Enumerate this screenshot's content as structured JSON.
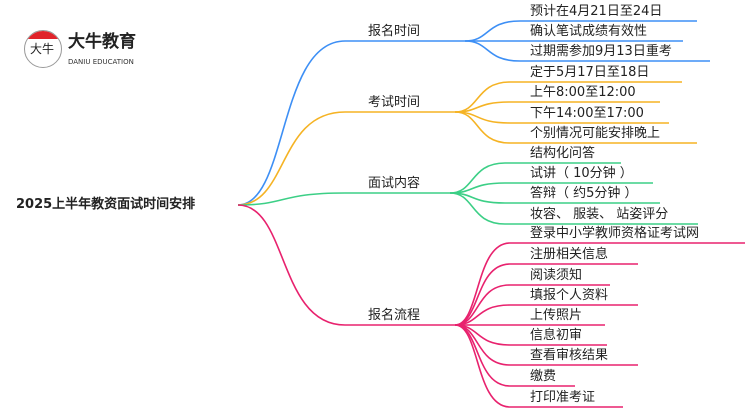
{
  "logo": {
    "cn": "大牛教育",
    "en": "DANIU EDUCATION",
    "mark": "大牛"
  },
  "root": "2025上半年教资面试时间安排",
  "colors": {
    "blue": "#3d8ff5",
    "orange": "#f5b324",
    "green": "#3ccf86",
    "pink": "#e8226e"
  },
  "branches": [
    {
      "label": "报名时间",
      "color": "#3d8ff5",
      "leaves": [
        "预计在4月21日至24日",
        "确认笔试成绩有效性",
        "过期需参加9月13日重考"
      ]
    },
    {
      "label": "考试时间",
      "color": "#f5b324",
      "leaves": [
        "定于5月17日至18日",
        "上午8:00至12:00",
        "下午14:00至17:00",
        "个别情况可能安排晚上"
      ]
    },
    {
      "label": "面试内容",
      "color": "#3ccf86",
      "leaves": [
        "结构化问答",
        "试讲（ 10分钟 ）",
        "答辩（ 约5分钟 ）",
        "妆容、 服装、 站姿评分"
      ]
    },
    {
      "label": "报名流程",
      "color": "#e8226e",
      "leaves": [
        "登录中小学教师资格证考试网",
        "注册相关信息",
        "阅读须知",
        "填报个人资料",
        "上传照片",
        "信息初审",
        "查看审核结果",
        "缴费",
        "打印准考证"
      ]
    }
  ]
}
